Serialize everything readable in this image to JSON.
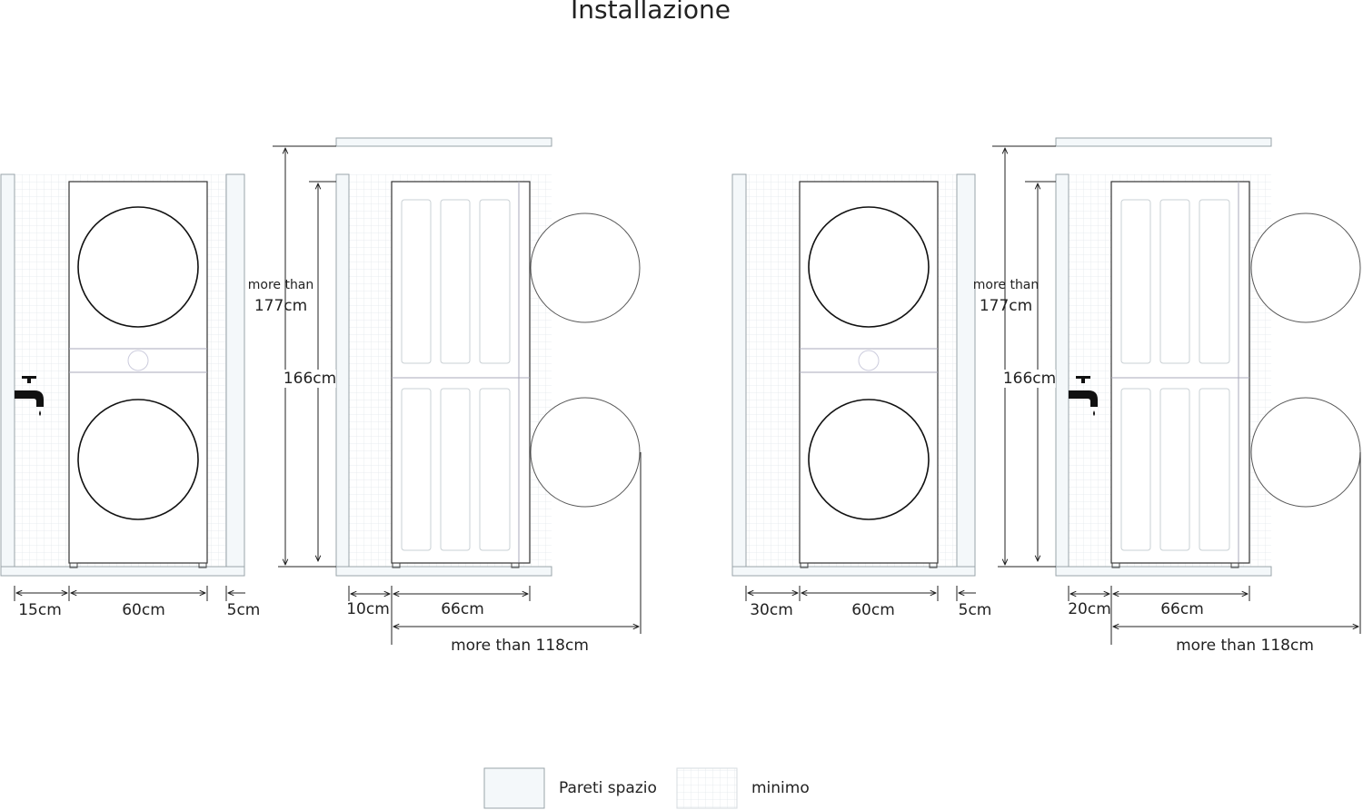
{
  "title": "Installazione",
  "colors": {
    "line": "#222222",
    "wall_fill": "#f4f8fa",
    "wall_stroke": "#9aa4aa",
    "grid": "#e3e8eb",
    "panel": "#c9d0d4"
  },
  "icons": [
    "water-tap-icon"
  ],
  "left_group": {
    "front": {
      "gap_left": "15cm",
      "width": "60cm",
      "gap_right": "5cm"
    },
    "side": {
      "overall_prefix": "more than",
      "overall_height": "177cm",
      "height": "166cm",
      "gap_back": "10cm",
      "depth": "66cm",
      "door_open": "more than 118cm"
    }
  },
  "right_group": {
    "front": {
      "gap_left": "30cm",
      "width": "60cm",
      "gap_right": "5cm"
    },
    "side": {
      "overall_prefix": "more than",
      "overall_height": "177cm",
      "height": "166cm",
      "gap_back": "20cm",
      "depth": "66cm",
      "door_open": "more than 118cm"
    }
  },
  "legend": {
    "walls_label": "Pareti spazio",
    "min_label": "minimo"
  }
}
